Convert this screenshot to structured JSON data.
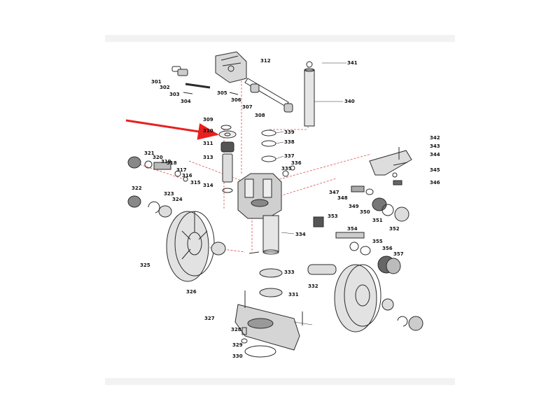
{
  "diagram": {
    "labels": [
      "301",
      "302",
      "303",
      "304",
      "305",
      "306",
      "307",
      "308",
      "309",
      "310",
      "311",
      "312",
      "313",
      "314",
      "315",
      "316",
      "317",
      "318",
      "319",
      "320",
      "321",
      "322",
      "323",
      "324",
      "325",
      "326",
      "327",
      "328",
      "329",
      "330",
      "331",
      "332",
      "333",
      "334",
      "335",
      "336",
      "337",
      "338",
      "339",
      "340",
      "341",
      "342",
      "343",
      "344",
      "345",
      "346",
      "347",
      "348",
      "349",
      "350",
      "351",
      "352",
      "353",
      "354",
      "355",
      "356",
      "357"
    ],
    "colors": {
      "arrow": "#e8201e",
      "leader_dashed": "#e05050",
      "ink": "#2a2a2a"
    }
  }
}
